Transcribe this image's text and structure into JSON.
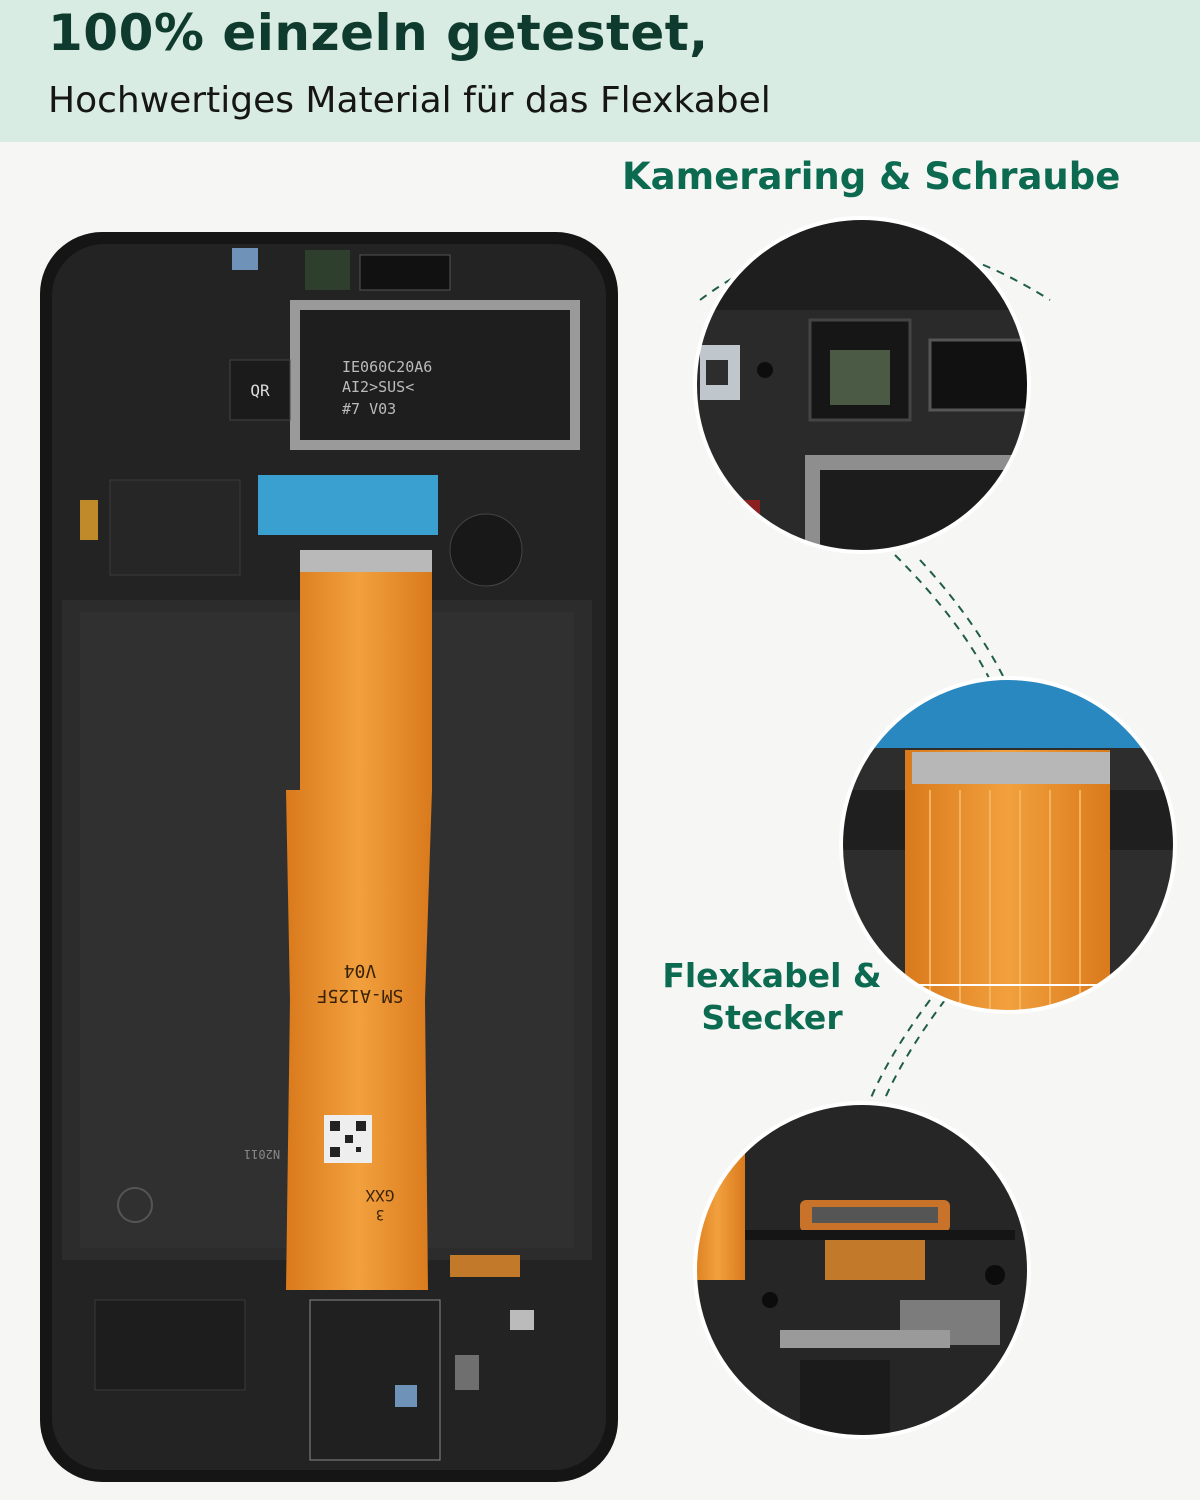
{
  "header": {
    "headline": "100% einzeln getestet,",
    "subline": "Hochwertiges Material für das Flexkabel"
  },
  "callouts": {
    "camera": "Kameraring & Schraube",
    "flex_line1": "Flexkabel &",
    "flex_line2": "Stecker"
  },
  "phone_labels": {
    "qr": "QR",
    "sticker_line1": "IE060C20A6",
    "sticker_line2": "AI2>SUS<",
    "sticker_line3": "#7 V03",
    "model": "SM-A125F",
    "version": "V04",
    "mark": "N2011",
    "bottom_code": "GXX",
    "bottom_code2": "3"
  },
  "colors": {
    "banner": "#d9ece3",
    "accent_green": "#0b6a4f",
    "flex_orange": "#e8902e",
    "frame_black": "#151515"
  }
}
